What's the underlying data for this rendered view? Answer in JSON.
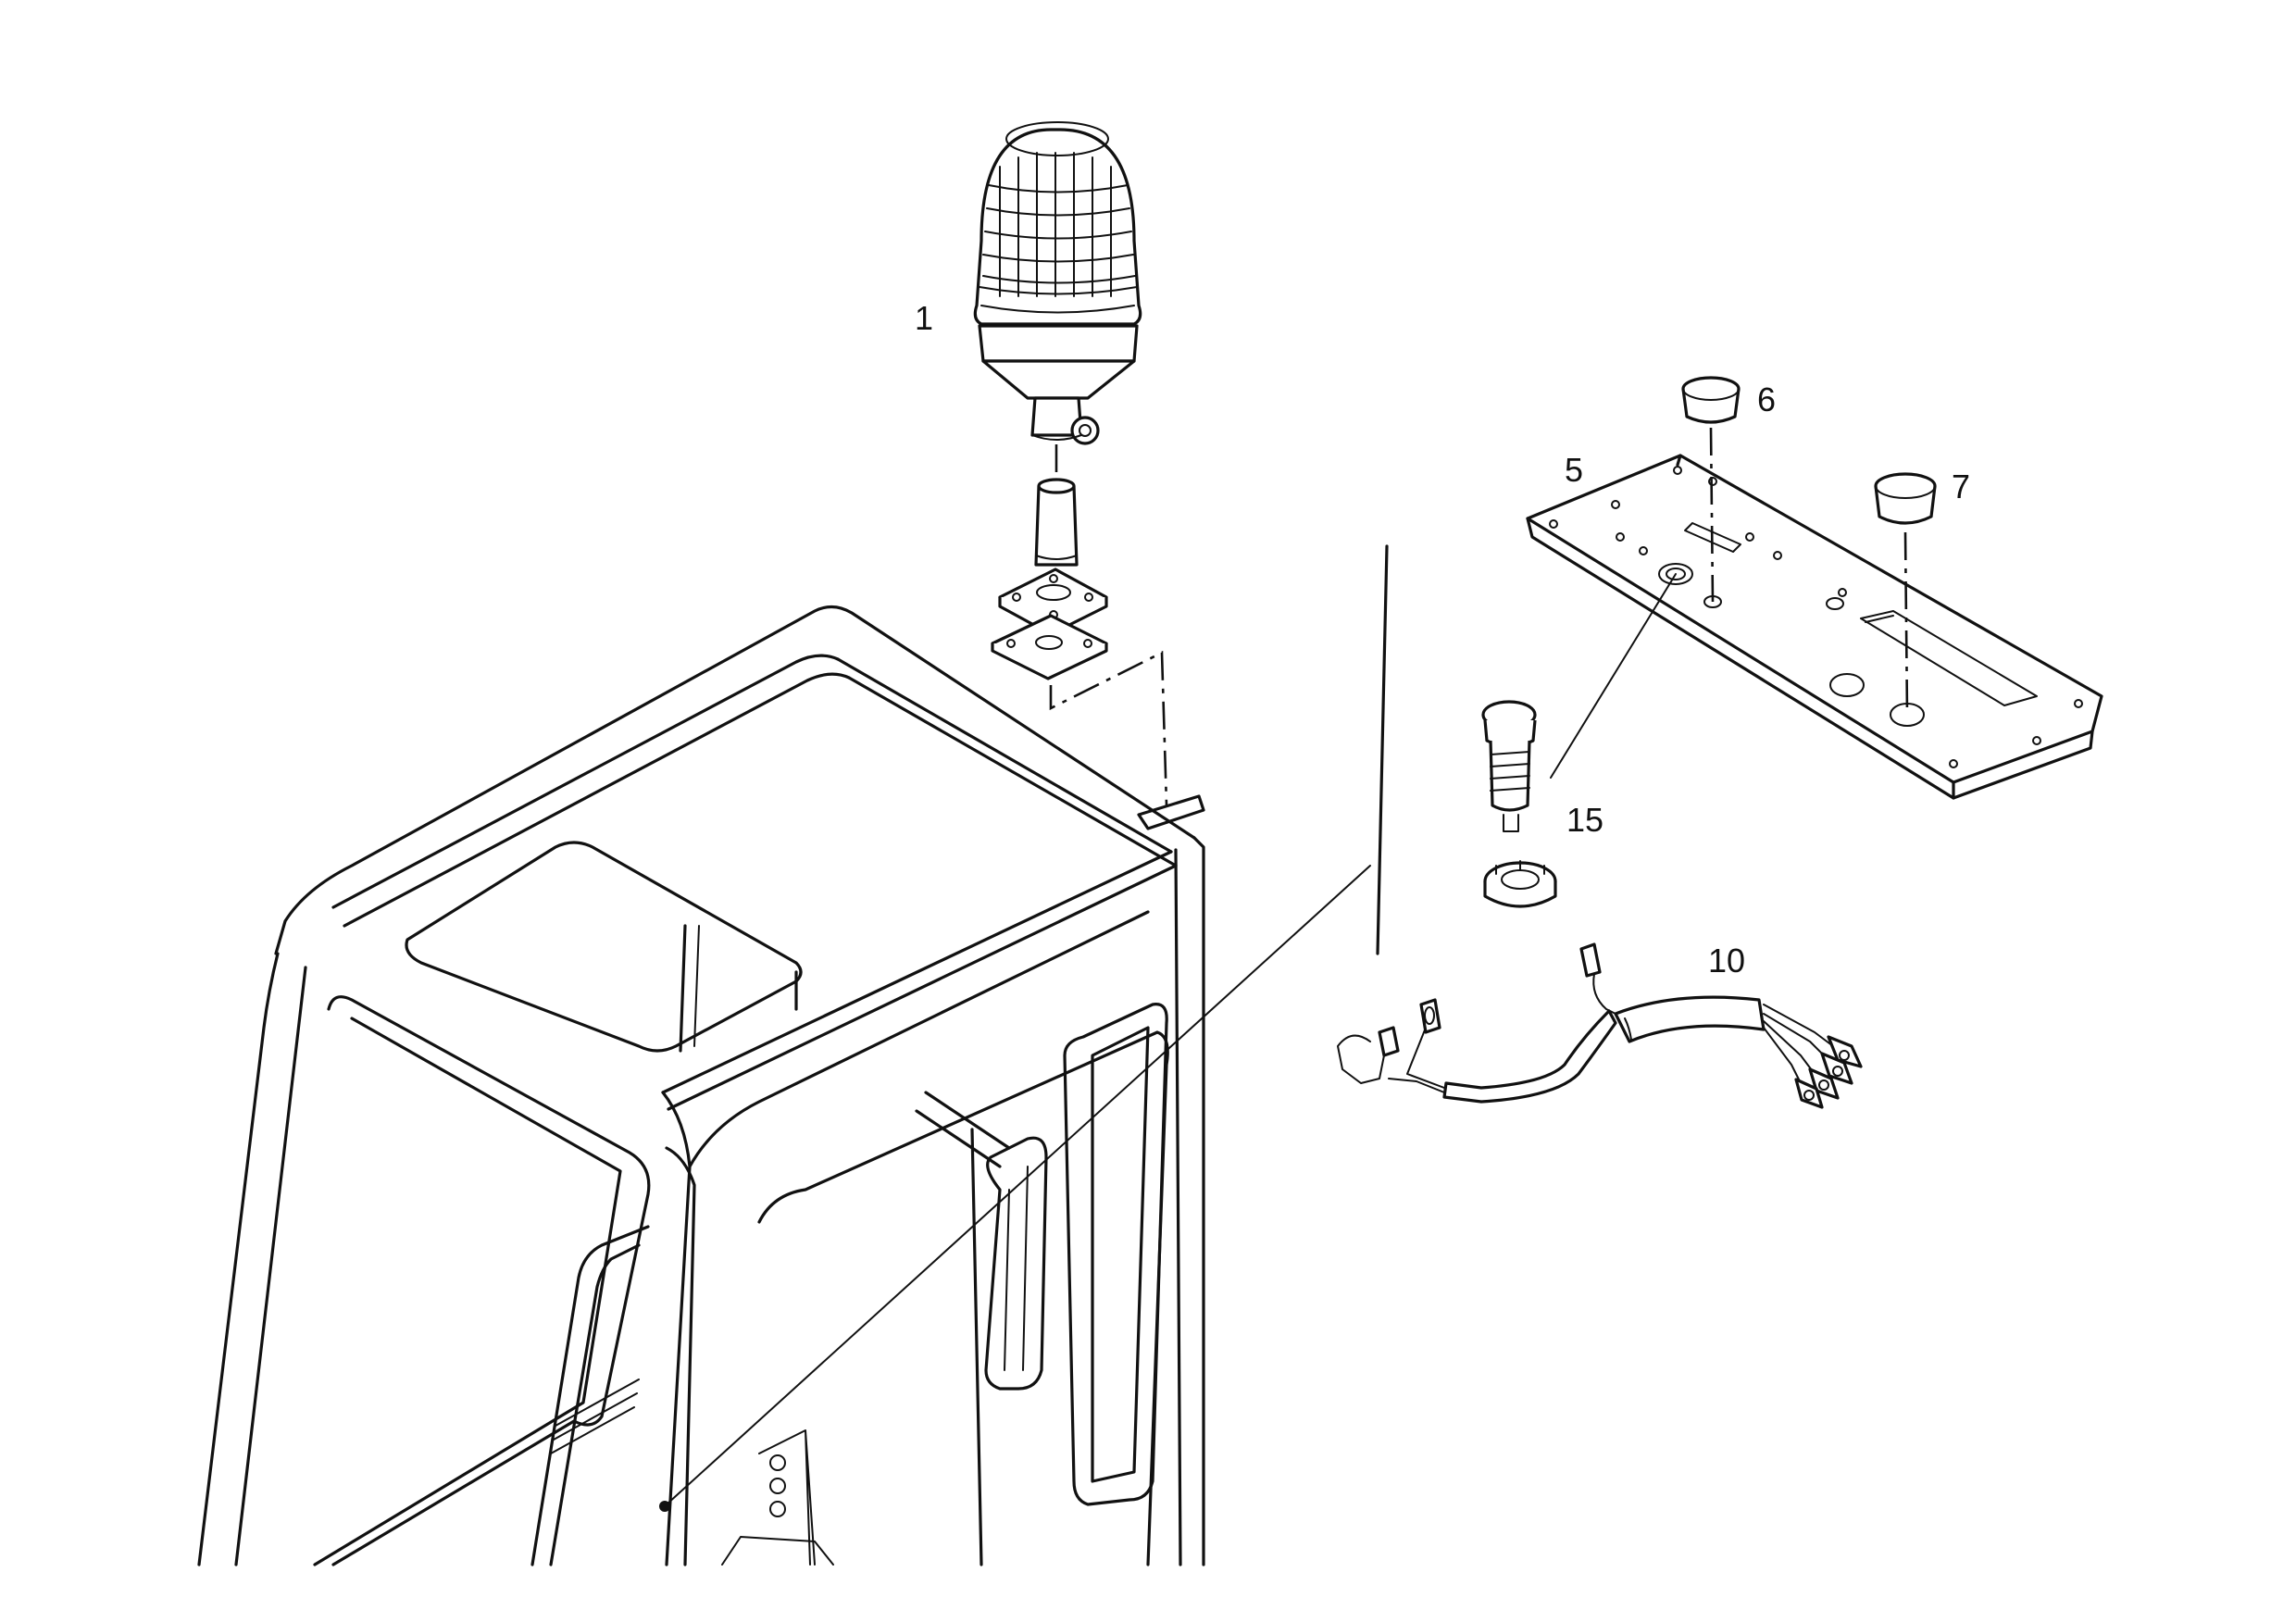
{
  "callouts": {
    "beacon": "1",
    "panel": "5",
    "plug_small": "6",
    "plug_large": "7",
    "harness": "10",
    "switch": "15"
  }
}
